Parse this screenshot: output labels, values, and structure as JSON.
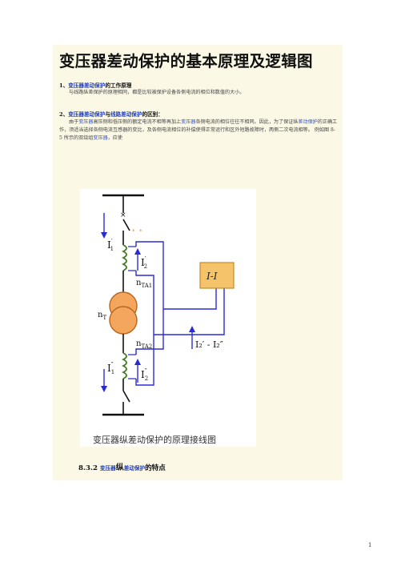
{
  "title": "变压器差动保护的基本原理及逻辑图",
  "section1": {
    "num": "1、",
    "link": "变压器差动保护",
    "rest": "的工作原理",
    "text": "与线路纵差保护的原理相同，都是比较被保护设备各侧电流的相位和数值的大小。"
  },
  "section2": {
    "num": "2、",
    "link1": "变压器差动保护",
    "mid": "与",
    "link2": "线路差动保护",
    "rest": "的区别：",
    "p1": "由于",
    "l1": "变压器",
    "p2": "高压侧和低压侧的额定电流不相等再加上",
    "l2": "变压器",
    "p3": "各侧电流的相位往往不相同。因此，为了保证纵",
    "l3": "差动保护",
    "p4": "的正确工作，须适当选择各侧电流互感器的变比，及各侧电流相位的补偿使得正常运行和区外短路故障时，两侧二次电流相等。 例如图 8-5 所示的双绕组",
    "l4": "变压器",
    "p5": "，应使"
  },
  "diagram": {
    "relay_label": "I-I",
    "nt_label": "n",
    "nt_sub": "T",
    "nta1_label": "n",
    "nta1_sub": "TA1",
    "nta2_label": "n",
    "nta2_sub": "TA2",
    "i1p": "I",
    "i1p_sub": "1",
    "i1p_sup": "′",
    "i2p": "I",
    "i2p_sub": "2",
    "i2p_sup": "′",
    "i1pp": "I",
    "i1pp_sub": "1",
    "i1pp_sup": "″",
    "i2pp": "I",
    "i2pp_sub": "2",
    "i2pp_sup": "″",
    "diff_label": "I₂′ - I₂″",
    "colors": {
      "wire": "#2b2bd6",
      "relay": "#f5c46a",
      "transformer": "#f4a65c",
      "ct": "#3f7a1c",
      "arrow": "#2b2bd6"
    }
  },
  "caption": "变压器纵差动保护的原理接线图",
  "subheading": {
    "num": "8.3.2 ",
    "link": "变压器",
    "mid": "纵",
    "link2": "差动保护",
    "rest": "的特点"
  },
  "page_number": "1"
}
